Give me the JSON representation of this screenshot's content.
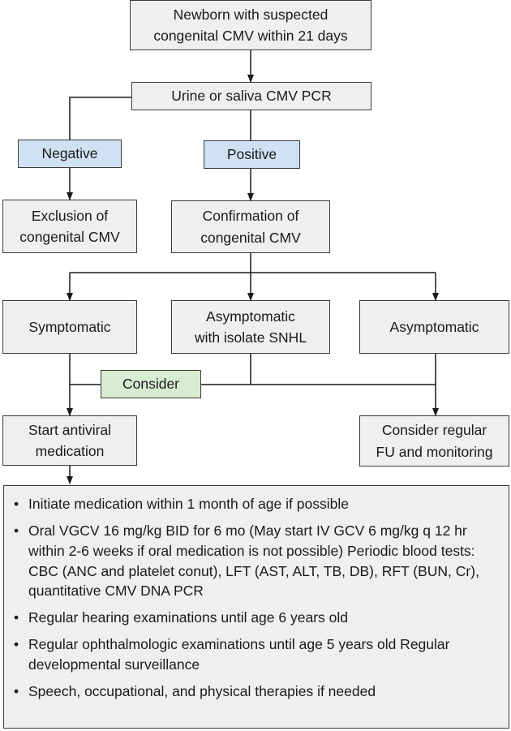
{
  "nodes": {
    "newborn": "Newborn with suspected\ncongenital CMV within 21 days",
    "pcr": "Urine or saliva CMV PCR",
    "negative": "Negative",
    "positive": "Positive",
    "exclusion": "Exclusion of\ncongenital CMV",
    "confirmation": "Confirmation of\ncongenital CMV",
    "symptomatic": "Symptomatic",
    "asym_snhl": "Asymptomatic\nwith isolate SNHL",
    "asymptomatic": "Asymptomatic",
    "consider": "Consider",
    "start_antiviral": "Start antiviral\nmedication",
    "consider_fu": "Consider regular\nFU and monitoring"
  },
  "bullets": [
    "Initiate medication within 1 month of age if possible",
    "Oral VGCV 16 mg/kg BID for 6 mo (May start IV GCV 6 mg/kg q 12 hr within 2-6 weeks if oral medication is not possible) Periodic blood tests: CBC (ANC and platelet conut), LFT (AST, ALT, TB, DB), RFT (BUN, Cr), quantitative CMV DNA PCR",
    "Regular hearing examinations until age 6 years old",
    "Regular ophthalmologic examinations until age 5 years old Regular developmental surveillance",
    "Speech, occupational, and physical therapies if needed"
  ],
  "colors": {
    "box_gray": "#efefef",
    "box_blue": "#cfe1f3",
    "box_green": "#d8ecd1",
    "line": "#1a1a1a"
  }
}
